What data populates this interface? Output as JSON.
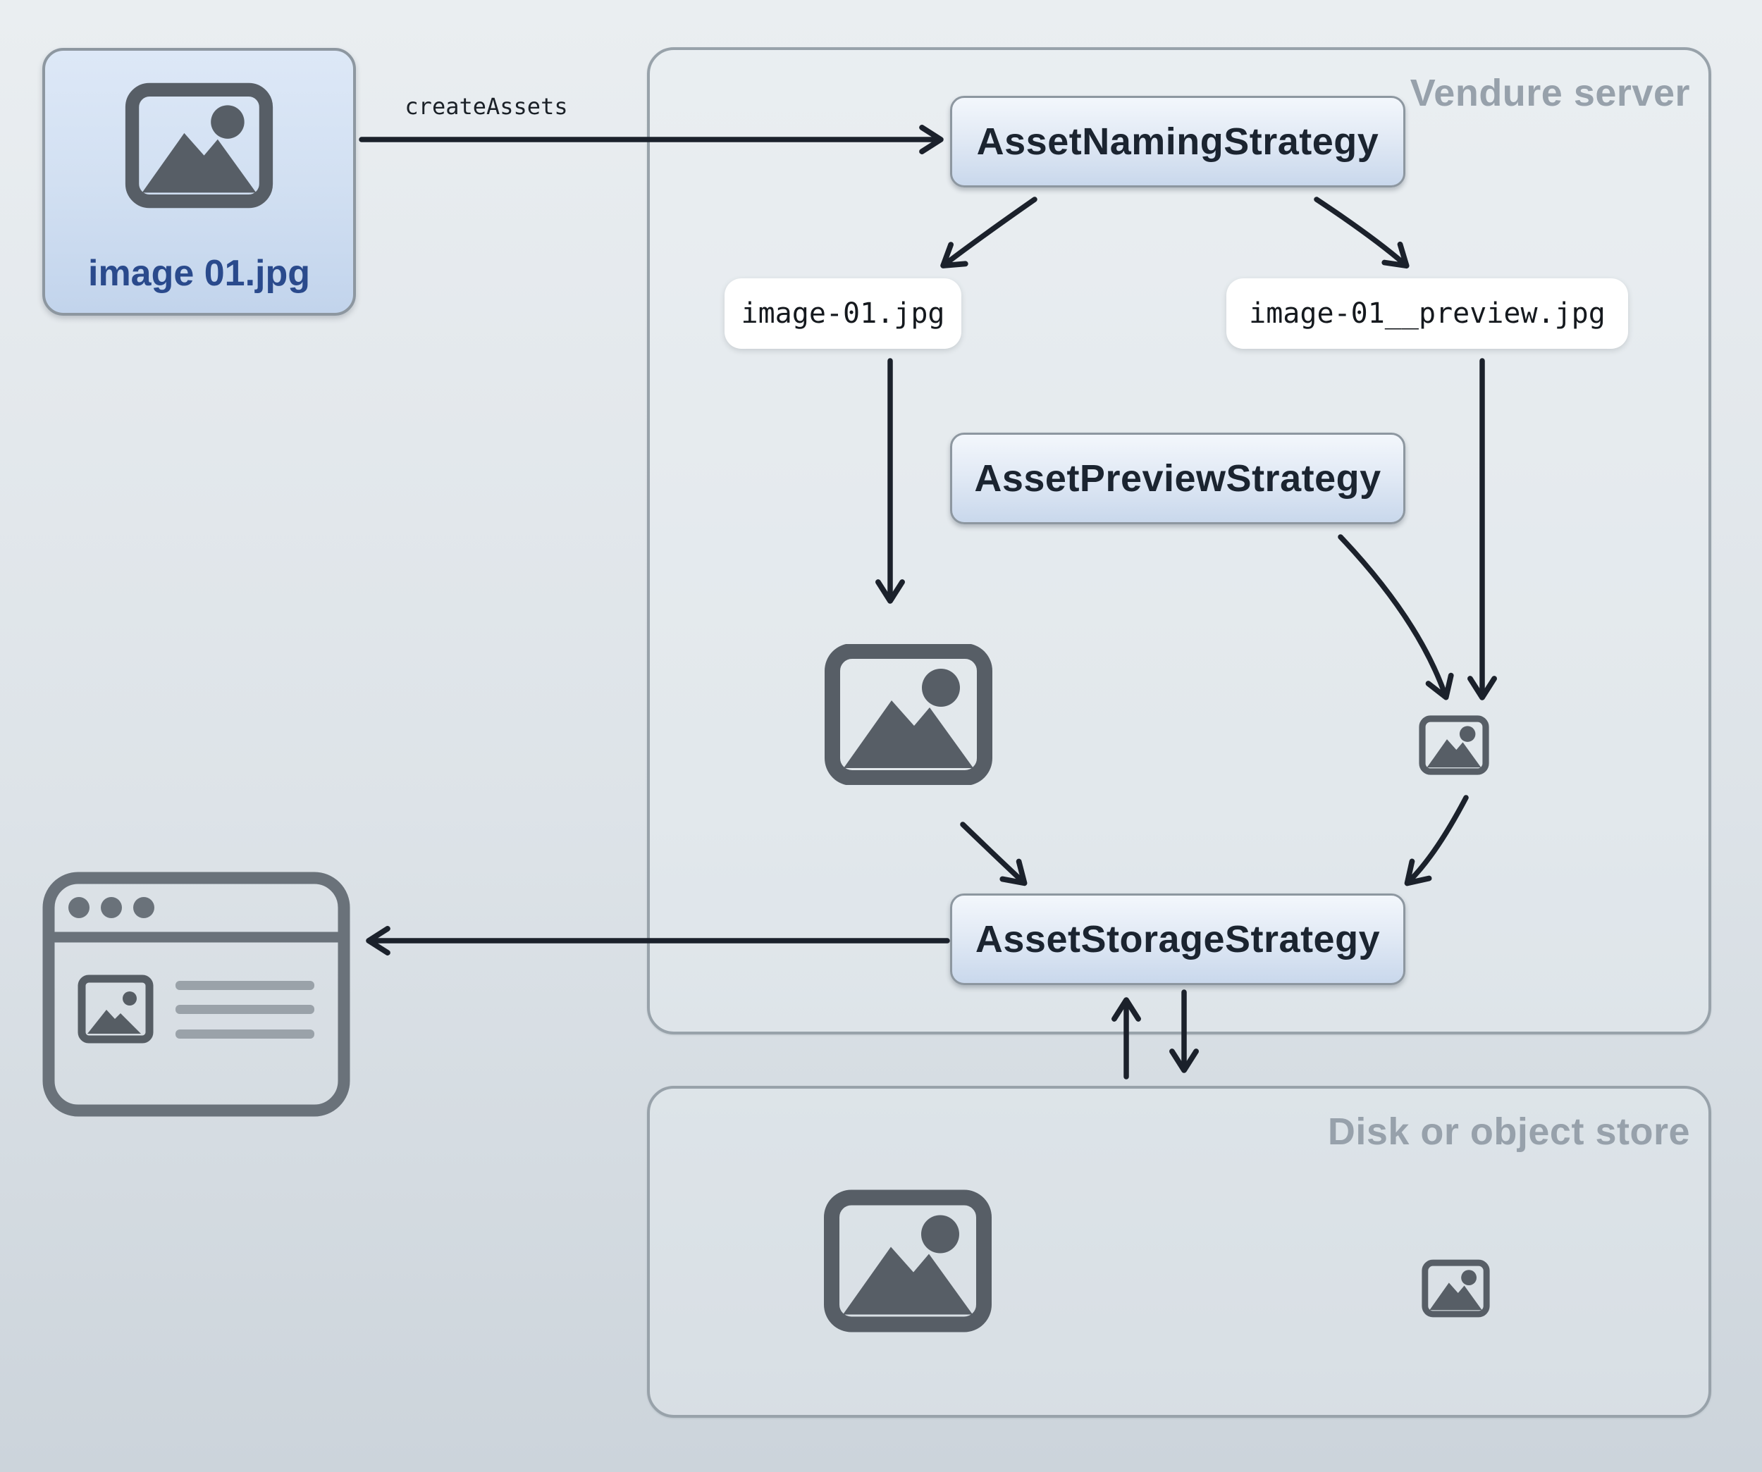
{
  "diagram": {
    "source_file": {
      "label": "image 01.jpg"
    },
    "flow_label": "createAssets",
    "vendure_server": {
      "title": "Vendure server",
      "nodes": {
        "naming": "AssetNamingStrategy",
        "preview": "AssetPreviewStrategy",
        "storage": "AssetStorageStrategy"
      },
      "files": {
        "original": "image-01.jpg",
        "preview": "image-01__preview.jpg"
      }
    },
    "disk_store": {
      "title": "Disk or object store"
    },
    "icons": {
      "source": "image-icon",
      "full": "full-image-icon",
      "preview": "preview-image-icon",
      "browser": "browser-window-icon",
      "disk_full": "disk-full-image-icon",
      "disk_preview": "disk-preview-image-icon"
    },
    "colors": {
      "arrow": "#1b212b",
      "node_border": "#8d97a0",
      "container_border": "#98a2aa",
      "node_text": "#1b2430",
      "muted_label": "#97a1ab",
      "file_label": "#2a4a8c",
      "image_icon": "#575e66",
      "browser_icon": "#6a727a",
      "pill_background": "#ffffff"
    }
  }
}
